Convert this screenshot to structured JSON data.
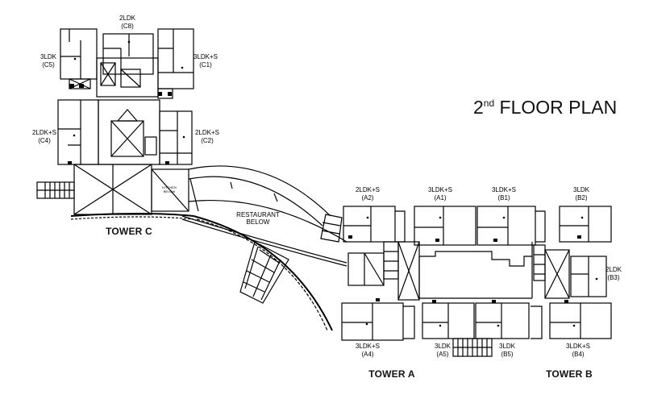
{
  "title": {
    "prefix": "2",
    "sup": "nd",
    "rest": " FLOOR PLAN"
  },
  "towers": {
    "c": "TOWER C",
    "a": "TOWER A",
    "b": "TOWER B"
  },
  "notes": {
    "restaurant_line1": "RESTAURANT",
    "restaurant_line2": "BELOW",
    "kitchen_line1": "KITCHEN",
    "kitchen_line2": "BELOW"
  },
  "units": {
    "c8": {
      "type": "2LDK",
      "code": "(C8)"
    },
    "c5": {
      "type": "3LDK",
      "code": "(C5)"
    },
    "c1": {
      "type": "3LDK+S",
      "code": "(C1)"
    },
    "c4": {
      "type": "2LDK+S",
      "code": "(C4)"
    },
    "c2": {
      "type": "2LDK+S",
      "code": "(C2)"
    },
    "a2": {
      "type": "2LDK+S",
      "code": "(A2)"
    },
    "a1": {
      "type": "3LDK+S",
      "code": "(A1)"
    },
    "b1": {
      "type": "3LDK+S",
      "code": "(B1)"
    },
    "b2": {
      "type": "3LDK",
      "code": "(B2)"
    },
    "b3": {
      "type": "2LDK",
      "code": "(B3)"
    },
    "a4": {
      "type": "3LDK+S",
      "code": "(A4)"
    },
    "a5": {
      "type": "3LDK",
      "code": "(A5)"
    },
    "b5": {
      "type": "3LDK",
      "code": "(B5)"
    },
    "b4": {
      "type": "3LDK+S",
      "code": "(B4)"
    }
  }
}
